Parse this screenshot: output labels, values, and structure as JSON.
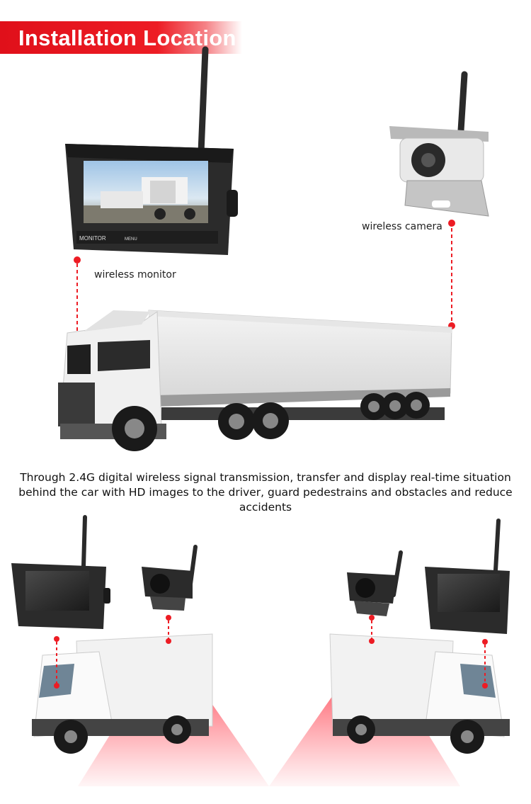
{
  "banner": {
    "title": "Installation Location"
  },
  "labels": {
    "monitor": "wireless monitor",
    "camera": "wireless camera"
  },
  "monitor_screen": {
    "badge": "MONITOR",
    "menu_button": "MENU"
  },
  "description": "Through 2.4G digital wireless signal transmission, transfer and display real-time situation behind the car with HD images to the driver, guard pedestrains and obstacles and reduce accidents",
  "colors": {
    "accent": "#ed1c24",
    "banner": "#e0101a"
  }
}
